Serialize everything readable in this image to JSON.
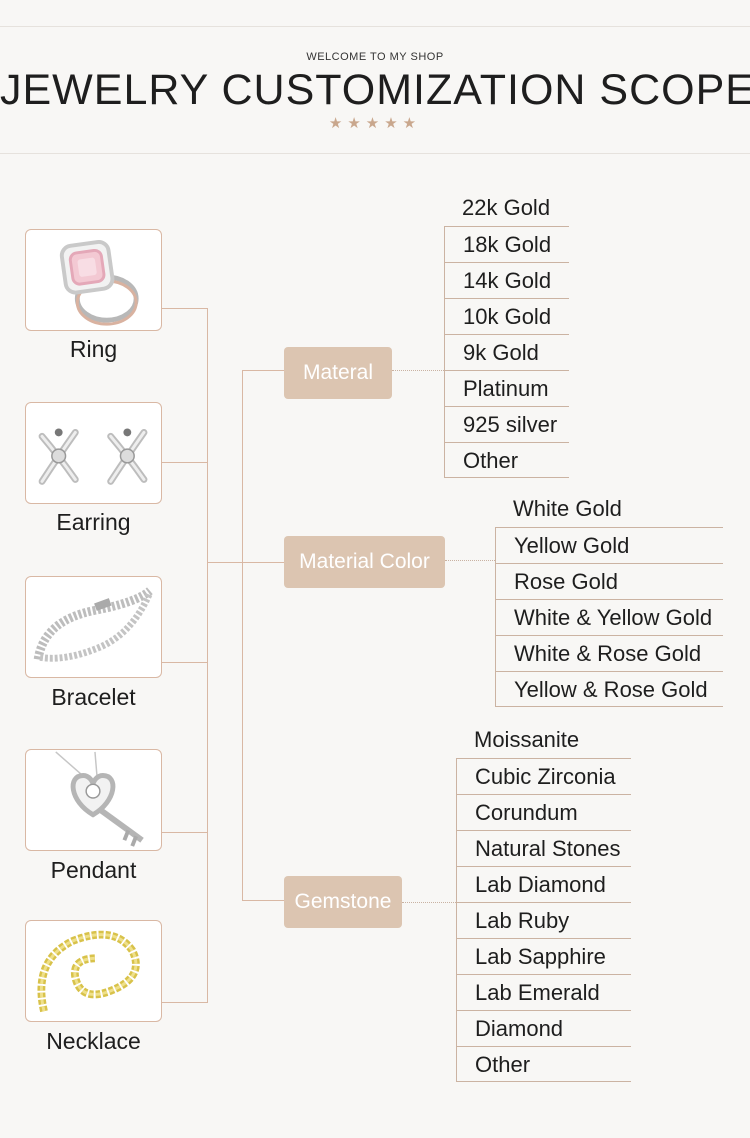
{
  "header": {
    "welcome": "WELCOME TO MY SHOP",
    "title": "JEWELRY CUSTOMIZATION SCOPE",
    "stars": "★★★★★"
  },
  "products": [
    {
      "label": "Ring",
      "icon": "ring-icon"
    },
    {
      "label": "Earring",
      "icon": "earring-icon"
    },
    {
      "label": "Bracelet",
      "icon": "bracelet-icon"
    },
    {
      "label": "Pendant",
      "icon": "pendant-icon"
    },
    {
      "label": "Necklace",
      "icon": "necklace-icon"
    }
  ],
  "categories": {
    "material": {
      "label": "Materal",
      "options": [
        "22k Gold",
        "18k Gold",
        "14k Gold",
        "10k Gold",
        "9k Gold",
        "Platinum",
        "925 silver",
        "Other"
      ]
    },
    "material_color": {
      "label": "Material  Color",
      "options": [
        "White Gold",
        "Yellow Gold",
        "Rose Gold",
        "White & Yellow Gold",
        "White & Rose Gold",
        "Yellow  & Rose Gold"
      ]
    },
    "gemstone": {
      "label": "Gemstone",
      "options": [
        "Moissanite",
        "Cubic Zirconia",
        "Corundum",
        "Natural Stones",
        "Lab Diamond",
        "Lab Ruby",
        "Lab Sapphire",
        "Lab Emerald",
        "Diamond",
        "Other"
      ]
    }
  },
  "colors": {
    "accent": "#dcc5b1",
    "line": "#d9b8a4",
    "background": "#f8f7f5"
  }
}
